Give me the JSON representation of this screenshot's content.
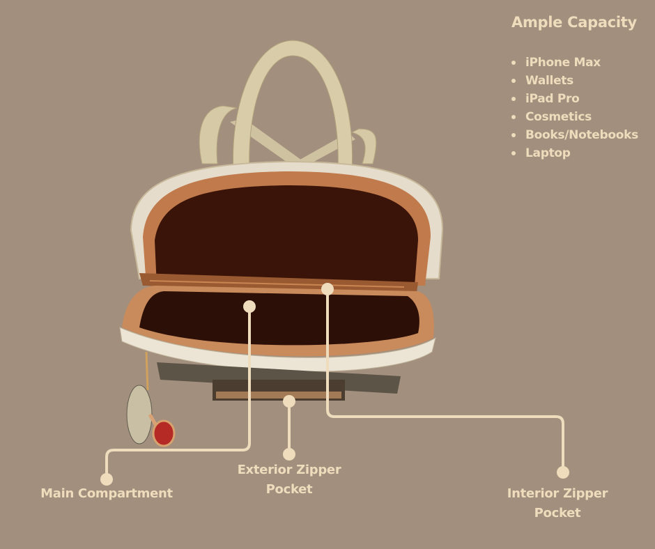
{
  "capacity": {
    "title": "Ample Capacity",
    "items": [
      "iPhone Max",
      "Wallets",
      "iPad Pro",
      "Cosmetics",
      "Books/Notebooks",
      "Laptop"
    ]
  },
  "callouts": {
    "main": "Main Compartment",
    "exterior_line1": "Exterior Zipper",
    "exterior_line2": "Pocket",
    "interior_line1": "Interior Zipper",
    "interior_line2": "Pocket"
  },
  "colors": {
    "background": "#a28f7e",
    "accent": "#efdcbc"
  }
}
